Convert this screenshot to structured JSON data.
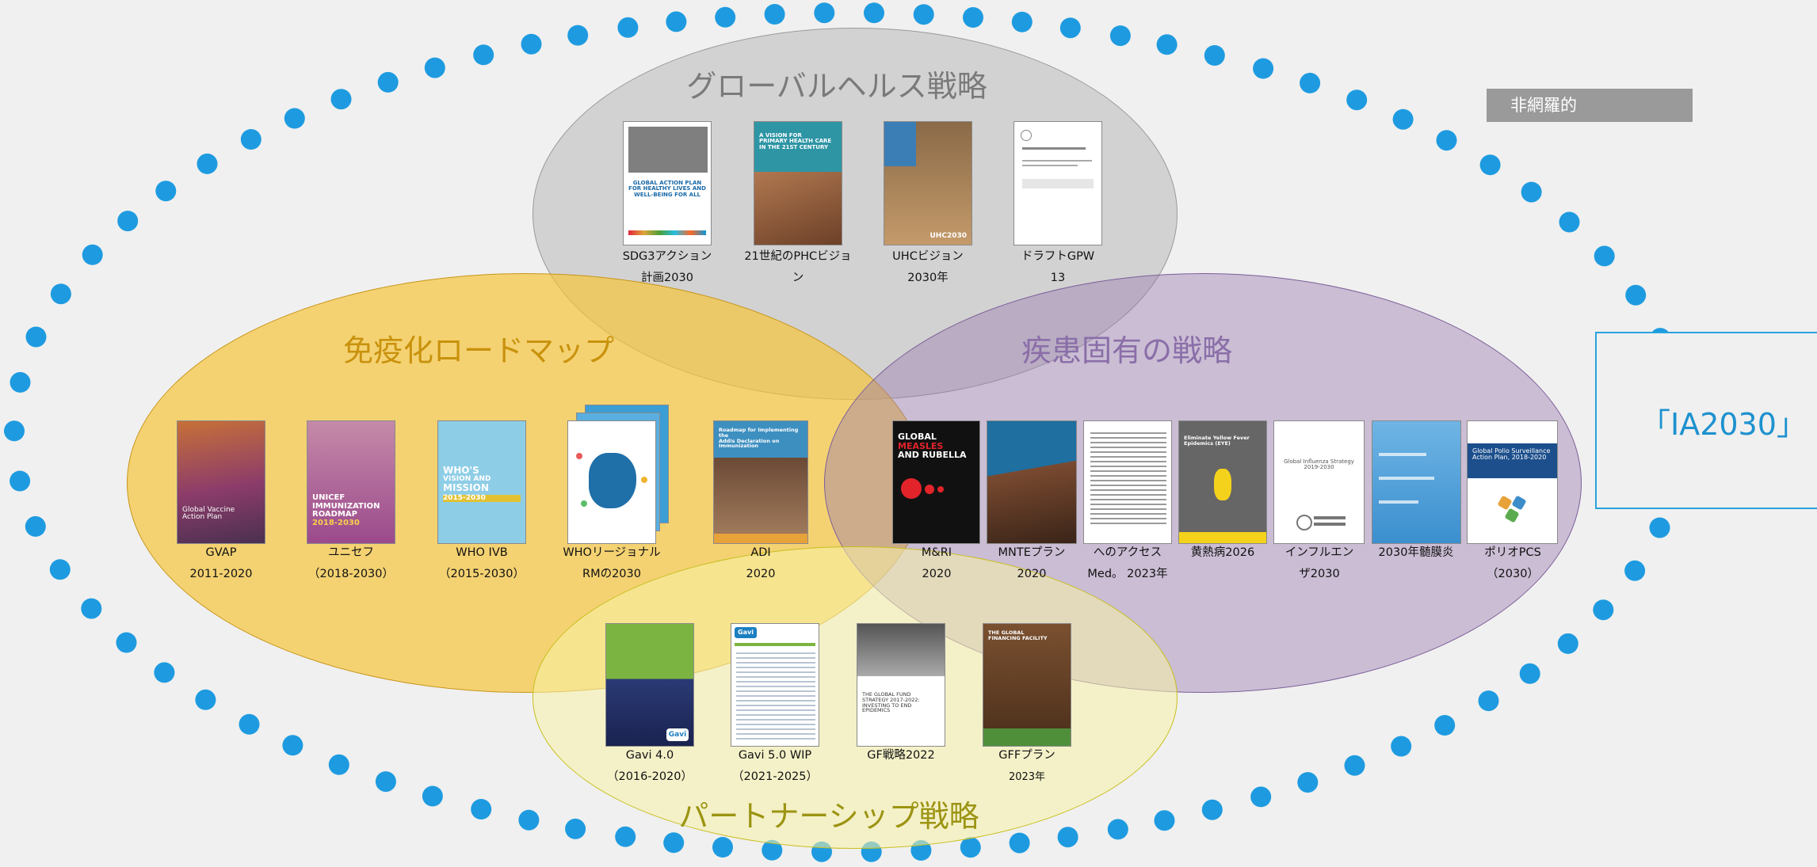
{
  "tag_label": "非網羅的",
  "ia_label": "「IA2030」",
  "sets": {
    "global_health": {
      "title": "グローバルヘルス戦略",
      "color": "#7a7a7a"
    },
    "immunization_roadmap": {
      "title": "免疫化ロードマップ",
      "color": "#c9920c"
    },
    "disease_specific": {
      "title": "疾患固有の戦略",
      "color": "#8a6ea8"
    },
    "partnership": {
      "title": "パートナーシップ戦略",
      "color": "#9c9412"
    }
  },
  "documents": {
    "sdg3": {
      "line1": "SDG3アクション",
      "line2": "計画2030",
      "cover_lines": [
        "GLOBAL ACTION PLAN",
        "FOR HEALTHY LIVES AND",
        "WELL-BEING FOR ALL"
      ]
    },
    "phc": {
      "line1": "21世紀のPHCビジョ",
      "line2": "ン",
      "cover_lines": [
        "A VISION FOR",
        "PRIMARY HEALTH CARE",
        "IN THE 21ST CENTURY"
      ]
    },
    "uhc": {
      "line1": "UHCビジョン",
      "line2": "2030年",
      "cover_lines": [
        "UHC2030"
      ]
    },
    "gpw": {
      "line1": "ドラフトGPW",
      "line2": "13",
      "cover_lines": []
    },
    "gvap": {
      "line1": "GVAP",
      "line2": "2011-2020",
      "cover_lines": [
        "Global Vaccine",
        "Action Plan"
      ]
    },
    "unicef": {
      "line1": "ユニセフ",
      "line2": "（2018-2030）",
      "cover_lines": [
        "UNICEF",
        "IMMUNIZATION",
        "ROADMAP",
        "2018-2030"
      ]
    },
    "who_ivb": {
      "line1": "WHO IVB",
      "line2": "（2015-2030）",
      "cover_lines": [
        "WHO'S",
        "VISION AND",
        "MISSION",
        "2015-2030"
      ]
    },
    "who_regional": {
      "line1": "WHOリージョナル",
      "line2": "RMの2030",
      "cover_lines": []
    },
    "adi": {
      "line1": "ADI",
      "line2": "2020",
      "cover_lines": [
        "Roadmap for Implementing the",
        "Addis Declaration on Immunization"
      ]
    },
    "mri": {
      "line1": "M&RI",
      "line2": "2020",
      "cover_lines": [
        "GLOBAL",
        "MEASLES",
        "AND RUBELLA"
      ]
    },
    "mnte": {
      "line1": "MNTEプラン",
      "line2": "2020",
      "cover_lines": []
    },
    "access": {
      "line1": "へのアクセス",
      "line2": "Med。 2023年",
      "cover_lines": []
    },
    "yellow_fever": {
      "line1": "黄熱病2026",
      "line2": "",
      "cover_lines": [
        "Eliminate Yellow Fever",
        "Epidemics (EYE)"
      ]
    },
    "influenza": {
      "line1": "インフルエン",
      "line2": "ザ2030",
      "cover_lines": [
        "Global Influenza Strategy",
        "2019-2030"
      ]
    },
    "meningitis": {
      "line1": "2030年髄膜炎",
      "line2": "",
      "cover_lines": []
    },
    "polio": {
      "line1": "ポリオPCS",
      "line2": "（2030）",
      "cover_lines": [
        "Global Polio Surveillance",
        "Action Plan, 2018-2020"
      ]
    },
    "gavi4": {
      "line1": "Gavi 4.0",
      "line2": "（2016-2020）",
      "cover_lines": [
        "Gavi"
      ]
    },
    "gavi5": {
      "line1": "Gavi 5.0 WIP",
      "line2": "（2021-2025）",
      "cover_lines": [
        "Gavi"
      ]
    },
    "gf": {
      "line1": "GF戦略2022",
      "line2": "",
      "cover_lines": [
        "THE GLOBAL FUND",
        "STRATEGY 2017-2022:",
        "INVESTING TO END",
        "EPIDEMICS"
      ]
    },
    "gff": {
      "line1": "GFFプラン",
      "line2": "2023年",
      "cover_lines": [
        "THE GLOBAL",
        "FINANCING FACILITY"
      ]
    }
  },
  "colors": {
    "dots": "#1e9be0",
    "ia_box_border": "#29a3dc",
    "ia_text": "#1d91cf"
  }
}
